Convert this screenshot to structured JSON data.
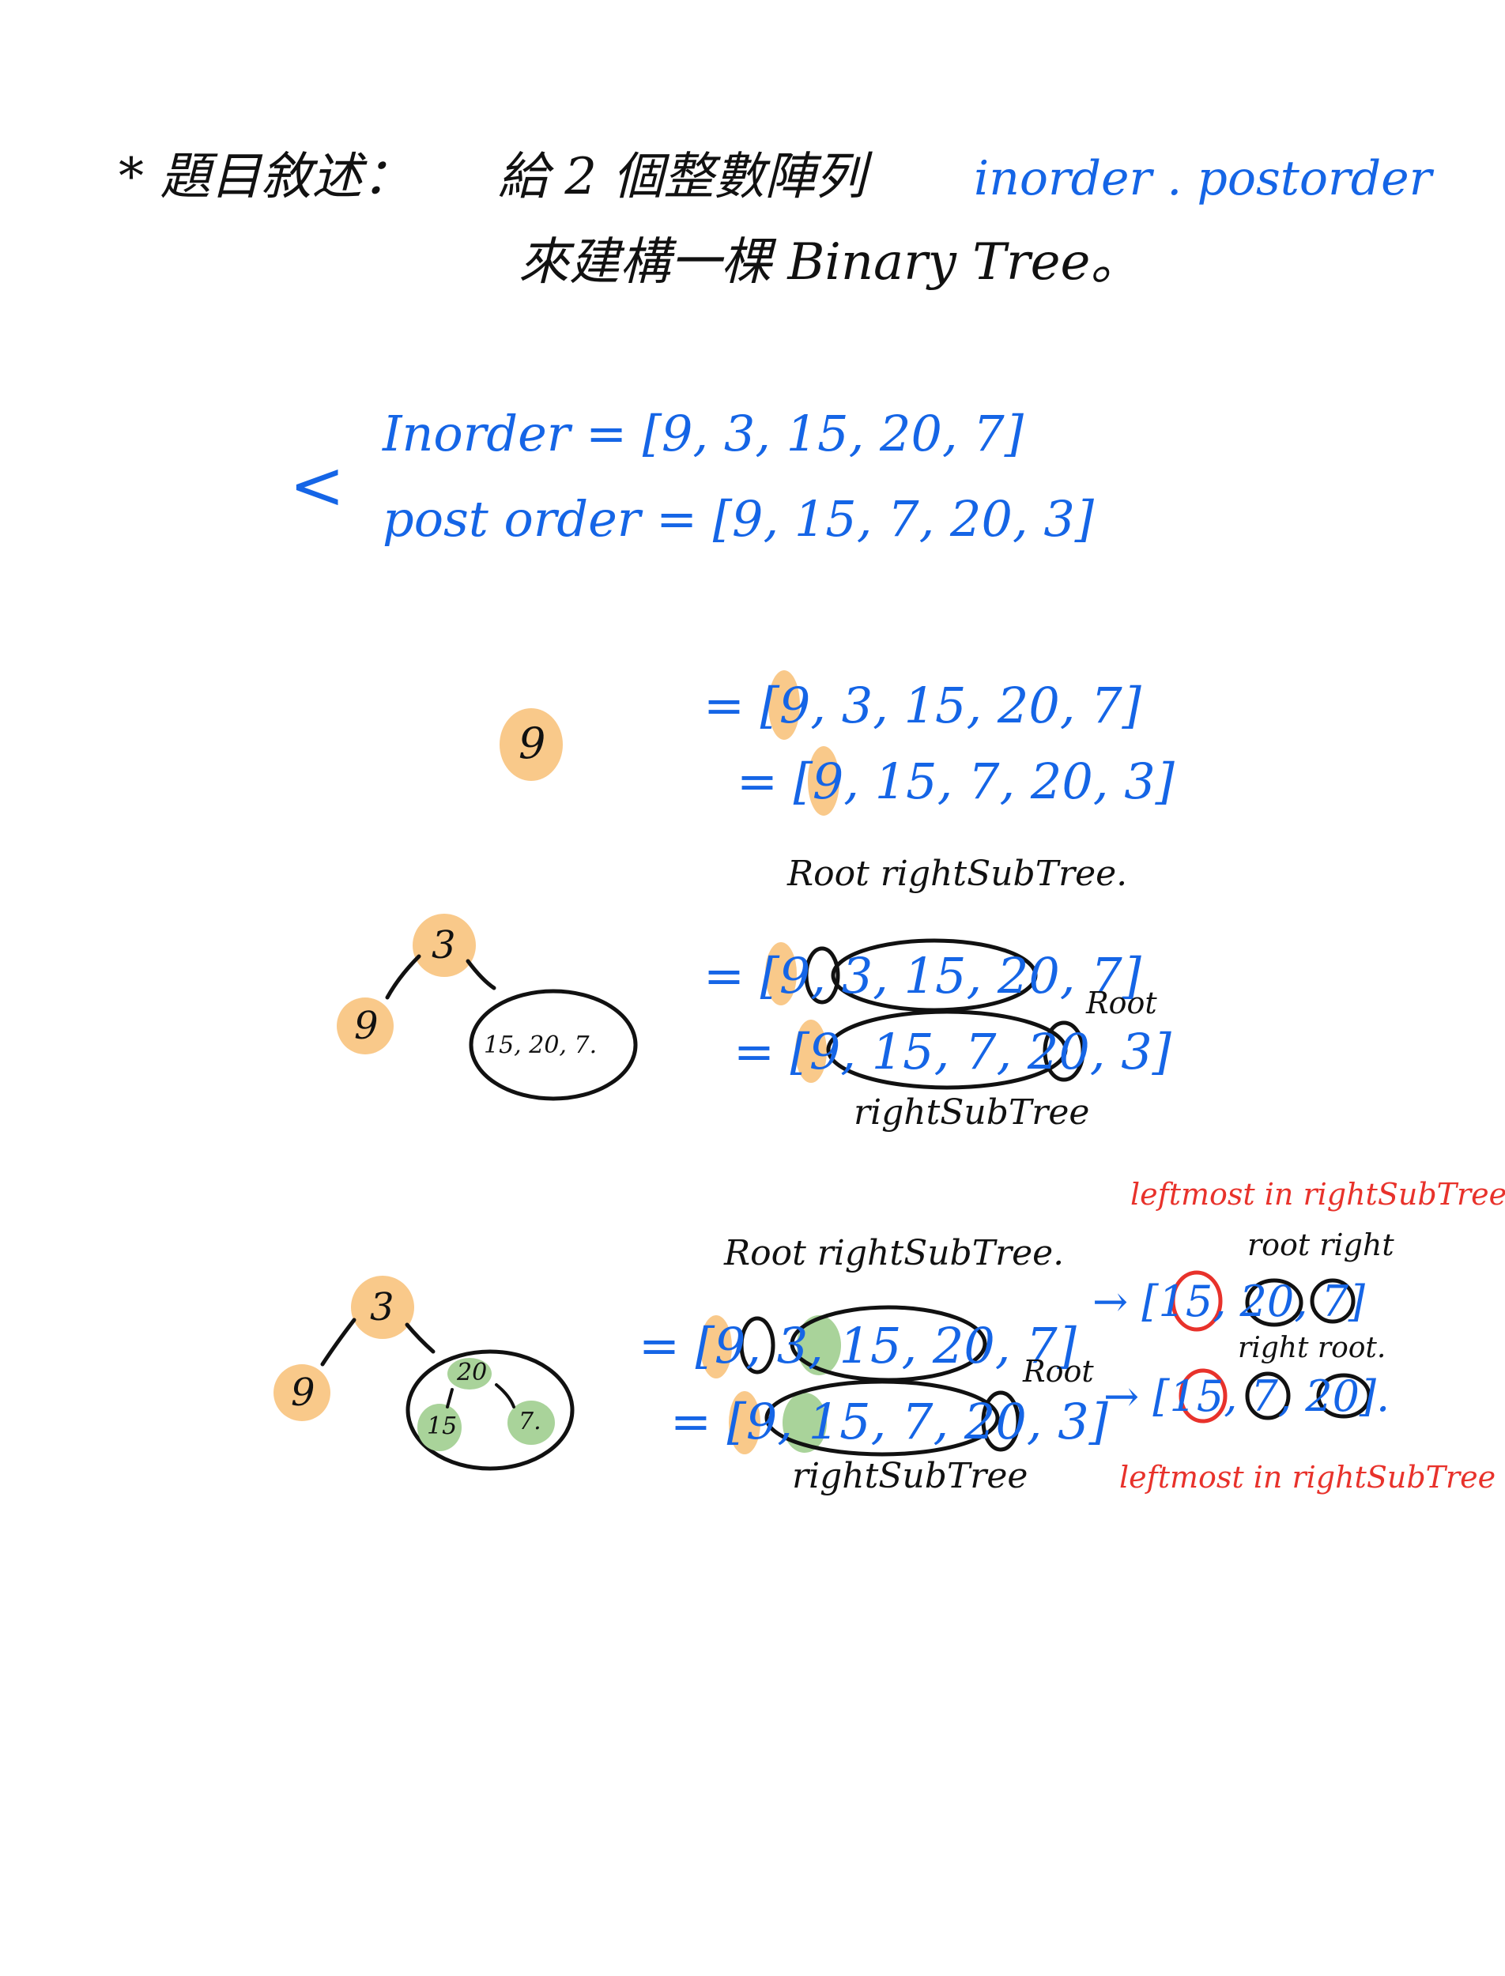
{
  "title": {
    "line1": "* 題目敘述：",
    "line1b": "給 2 個整數陣列",
    "line1c": "inorder . postorder",
    "line2": "來建構一棵 Binary Tree。"
  },
  "example": {
    "chevron": "<",
    "inorder": "Inorder = [9, 3, 15, 20, 7]",
    "postorder": "post order = [9, 15, 7, 20, 3]"
  },
  "step1": {
    "node": "9",
    "inorder": "= [9, 3, 15, 20, 7]",
    "postorder": "= [9, 15, 7, 20, 3]"
  },
  "step2": {
    "root": "3",
    "left": "9",
    "right_group": "15, 20, 7.",
    "header": "Root   rightSubTree.",
    "inorder": "= [9, 3, 15, 20, 7]",
    "postorder": "= [9, 15, 7, 20, 3]",
    "root_label": "Root",
    "subtree_label": "rightSubTree"
  },
  "step3": {
    "root": "3",
    "left": "9",
    "sub_root": "20",
    "sub_left": "15",
    "sub_right": "7.",
    "header": "Root   rightSubTree.",
    "inorder": "= [9, 3, 15, 20, 7]",
    "postorder": "= [9, 15, 7, 20, 3]",
    "root_label": "Root",
    "subtree_label": "rightSubTree",
    "note_top": "leftmost in rightSubTree",
    "note_sub": "root   right",
    "arr_in": "→ [15, 20, 7]",
    "mid_labels": "right   root.",
    "arr_post": "→ [15, 7, 20].",
    "note_bottom": "leftmost in rightSubTree"
  },
  "colors": {
    "ink": "#111111",
    "blue": "#1565e6",
    "red": "#e8322b",
    "orange_highlight": "#f9c98a",
    "green_highlight": "#a9d39a"
  }
}
